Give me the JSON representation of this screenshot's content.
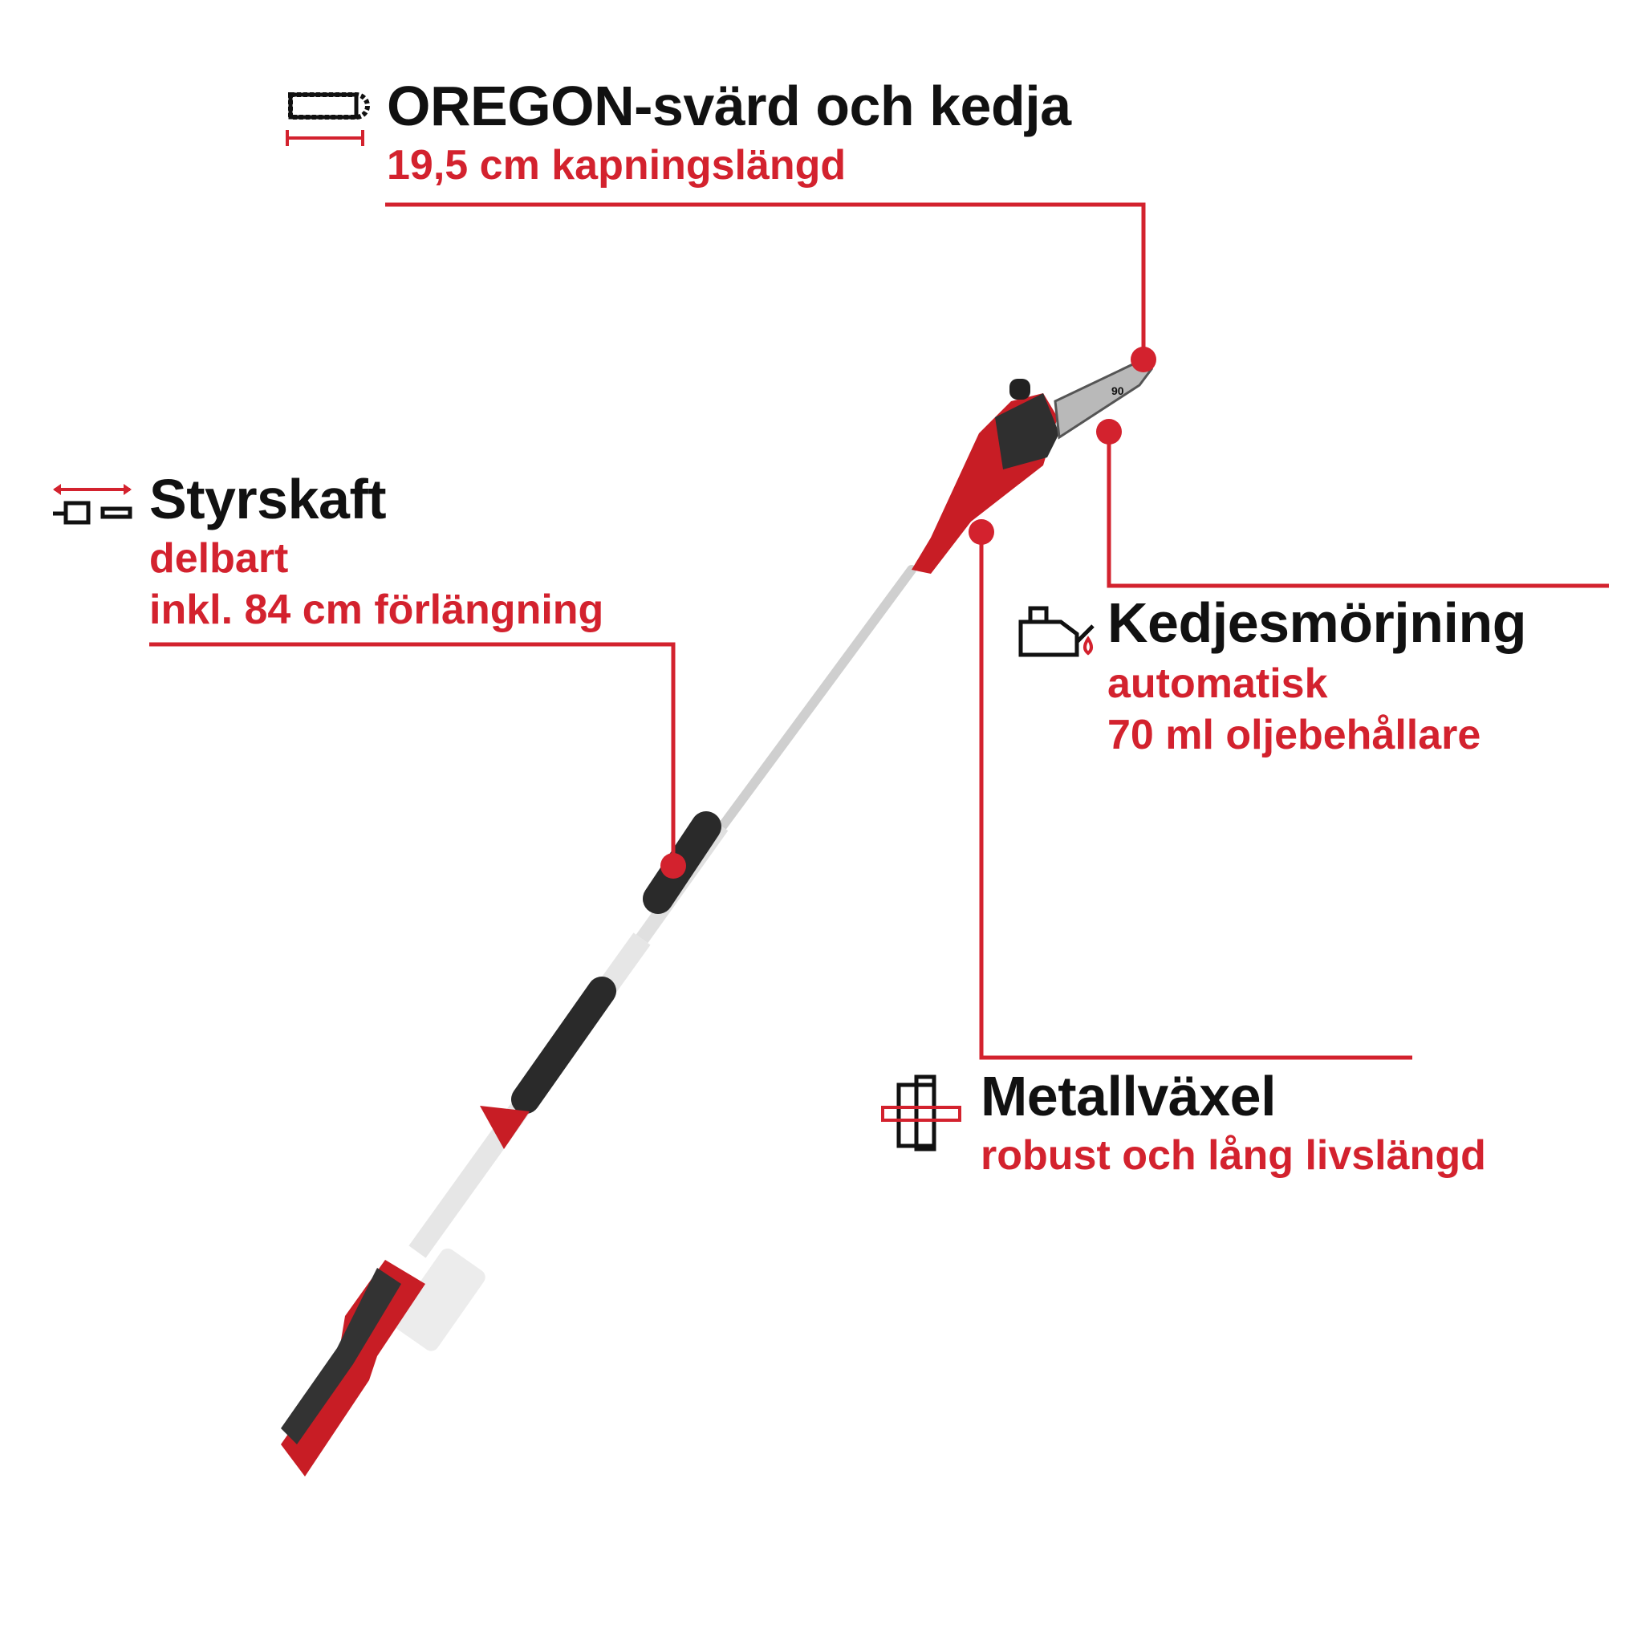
{
  "colors": {
    "accent": "#d3222e",
    "text": "#111111"
  },
  "features": [
    {
      "icon": "chain-bar-icon",
      "title": "OREGON-svärd och kedja",
      "lines": [
        "19,5 cm kapningslängd"
      ]
    },
    {
      "icon": "telescopic-shaft-icon",
      "title": "Styrskaft",
      "lines": [
        "delbart",
        "inkl. 84 cm förlängning"
      ]
    },
    {
      "icon": "oil-can-icon",
      "title": "Kedjesmörjning",
      "lines": [
        "automatisk",
        "70 ml oljebehållare"
      ]
    },
    {
      "icon": "gear-icon",
      "title": "Metallväxel",
      "lines": [
        "robust och lång livslängd"
      ]
    }
  ],
  "product": {
    "bar_marking": "90"
  }
}
